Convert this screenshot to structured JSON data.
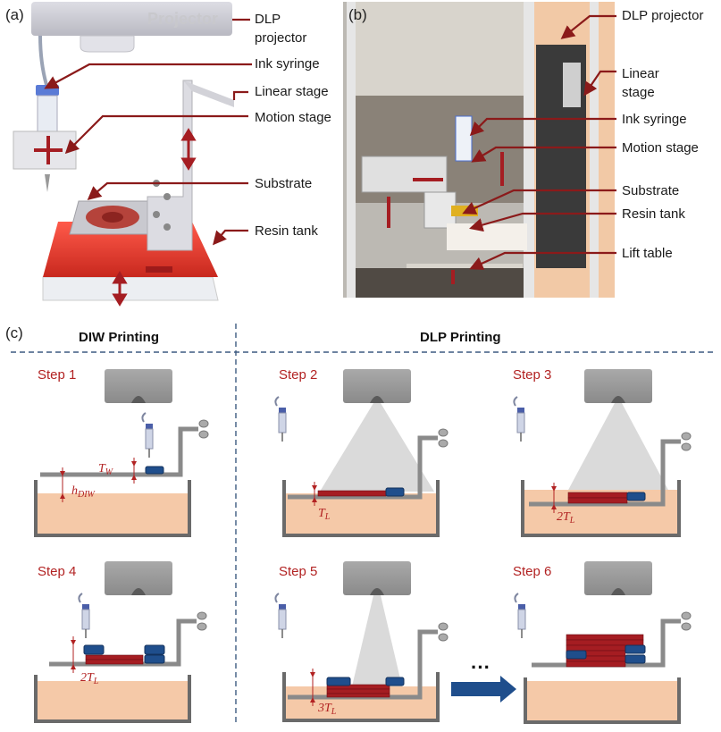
{
  "panel_a": {
    "label": "(a)",
    "projector_text": "Projector",
    "callouts": [
      "DLP",
      "projector",
      "Ink syringe",
      "Linear stage",
      "Motion stage",
      "Substrate",
      "Resin tank"
    ]
  },
  "panel_b": {
    "label": "(b)",
    "callouts": [
      "DLP projector",
      "Linear",
      "stage",
      "Ink syringe",
      "Motion stage",
      "Substrate",
      "Resin tank",
      "Lift table"
    ]
  },
  "panel_c": {
    "label": "(c)",
    "diw_heading": "DIW Printing",
    "dlp_heading": "DLP Printing",
    "steps": [
      "Step 1",
      "Step 2",
      "Step 3",
      "Step 4",
      "Step 5",
      "Step 6"
    ],
    "ellipsis": "···",
    "dims": {
      "tw": "T",
      "tw_sub": "W",
      "hdiw": "h",
      "hdiw_sub": "DIW",
      "t2": "T",
      "t2_sub": "L",
      "t3": "2T",
      "t3_sub": "L",
      "t4": "2T",
      "t4_sub": "L",
      "t5": "3T",
      "t5_sub": "L"
    }
  },
  "colors": {
    "resin": "#f5c9a8",
    "red_layer": "#a51d22",
    "blue_block": "#1f4e8c",
    "annotation": "#b22222",
    "tank": "#6a6a6a",
    "dash": "#3d5a80"
  }
}
